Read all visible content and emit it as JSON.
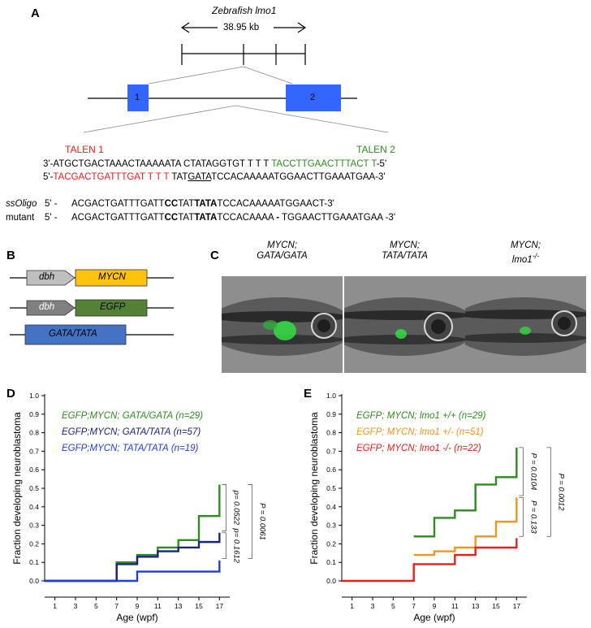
{
  "panelA": {
    "label": "A",
    "gene_title": "Zebrafish lmo1",
    "kb_label": "38.95 kb",
    "exon1": "1",
    "exon2": "2",
    "talen1": "TALEN 1",
    "talen2": "TALEN 2",
    "seq_top": {
      "prefix": "3'-ATGCTGACTAAACTAAAAATA CTATAGGTGT T T T ",
      "green": "TACCTTGAACTTTACT T",
      "suffix": "-5'"
    },
    "seq_bottom": {
      "prefix": "5'-",
      "red": "TACGACTGATTTGAT T T T",
      "mid": " TAT",
      "underline": "GATA",
      "suffix": "TCCACAAAAATGGAACTTGAAATGAA-3'"
    },
    "ssoligo": {
      "label": "ssOligo",
      "dir": "5'  -",
      "pre": "ACGACTGATTTGATT",
      "b1": "CC",
      "m1": "TAT",
      "b2": "TATA",
      "post": "TCCACAAAAATGGAACT-3'"
    },
    "mutant": {
      "label": "mutant",
      "dir": "5'  -",
      "pre": "ACGACTGATTTGATT",
      "b1": "CC",
      "m1": "TAT",
      "b2": "TATA",
      "post1": "TCCACAAAA ",
      "b3": "-",
      "post2": " TGGAACTTGAAATGAA -3'"
    }
  },
  "panelB": {
    "label": "B",
    "dbh1": "dbh",
    "mycn": "MYCN",
    "dbh2": "dbh",
    "egfp": "EGFP",
    "gata": "GATA/TATA",
    "colors": {
      "mycn": "#ffc20e",
      "egfp": "#548235",
      "gata": "#4472c4",
      "dbh": "#bfbfbf"
    }
  },
  "panelC": {
    "label": "C",
    "captions": [
      {
        "line1": "MYCN;",
        "line2": "GATA/GATA"
      },
      {
        "line1": "MYCN;",
        "line2": "TATA/TATA"
      },
      {
        "line1": "MYCN;",
        "line2": "lmo1",
        "sup": "-/-"
      }
    ]
  },
  "panelD": {
    "label": "D",
    "legend": [
      {
        "text": "EGFP;MYCN; GATA/GATA",
        "n": "(n=29)",
        "color": "#2e8b1f"
      },
      {
        "text": "EGFP;MYCN; GATA/TATA",
        "n": "(n=57)",
        "color": "#1a237e"
      },
      {
        "text": "EGFP;MYCN; TATA/TATA",
        "n": "(n=19)",
        "color": "#1f3fd6"
      }
    ],
    "pvals": [
      "p= 0.0522",
      "p= 0.1612",
      "P = 0.0061"
    ]
  },
  "panelE": {
    "label": "E",
    "legend": [
      {
        "text": "EGFP; MYCN; lmo1 +/+",
        "n": "(n=29)",
        "color": "#2e8b1f"
      },
      {
        "text": "EGFP; MYCN; lmo1 +/-",
        "n": "(n=51)",
        "color": "#f7941d"
      },
      {
        "text": "EGFP; MYCN; lmo1 -/-",
        "n": "(n=22)",
        "color": "#e8201a"
      }
    ],
    "pvals": [
      "P = 0.0104",
      "P = 0.133",
      "P = 0.0012"
    ]
  },
  "chart_data": [
    {
      "type": "line",
      "step": true,
      "xlabel": "Age (wpf)",
      "ylabel": "Fraction developing neuroblastoma",
      "xticks": [
        1,
        3,
        5,
        7,
        9,
        11,
        13,
        15,
        17
      ],
      "yticks": [
        "0.0",
        "0.1",
        "0.2",
        "0.3",
        "0.4",
        "0.5",
        "0.6",
        "0.7",
        "0.8",
        "0.9",
        "1.0"
      ],
      "xlim": [
        0,
        18
      ],
      "ylim": [
        0,
        1.0
      ],
      "series": [
        {
          "name": "EGFP;MYCN; GATA/GATA",
          "color": "#2e8b1f",
          "x": [
            0,
            7,
            9,
            11,
            13,
            15,
            17,
            17
          ],
          "y": [
            0,
            0.1,
            0.14,
            0.18,
            0.22,
            0.35,
            0.35,
            0.52
          ]
        },
        {
          "name": "EGFP;MYCN; GATA/TATA",
          "color": "#1a237e",
          "x": [
            0,
            7,
            9,
            11,
            13,
            15,
            17,
            17
          ],
          "y": [
            0,
            0.09,
            0.13,
            0.16,
            0.18,
            0.21,
            0.21,
            0.26
          ]
        },
        {
          "name": "EGFP;MYCN; TATA/TATA",
          "color": "#1f3fd6",
          "x": [
            0,
            9,
            17,
            17
          ],
          "y": [
            0,
            0.05,
            0.05,
            0.11
          ]
        }
      ]
    },
    {
      "type": "line",
      "step": true,
      "xlabel": "Age (wpf)",
      "ylabel": "Fraction developing neuroblastoma",
      "xticks": [
        1,
        3,
        5,
        7,
        9,
        11,
        13,
        15,
        17
      ],
      "yticks": [
        "0.0",
        "0.1",
        "0.2",
        "0.3",
        "0.4",
        "0.5",
        "0.6",
        "0.7",
        "0.8",
        "0.9",
        "1.0"
      ],
      "xlim": [
        0,
        18
      ],
      "ylim": [
        0,
        1.0
      ],
      "series": [
        {
          "name": "EGFP; MYCN; lmo1 +/+",
          "color": "#2e8b1f",
          "x": [
            7,
            9,
            11,
            13,
            15,
            17,
            17
          ],
          "y": [
            0.24,
            0.34,
            0.38,
            0.52,
            0.56,
            0.56,
            0.72
          ]
        },
        {
          "name": "EGFP; MYCN; lmo1 +/-",
          "color": "#f7941d",
          "x": [
            7,
            9,
            11,
            13,
            15,
            17,
            17
          ],
          "y": [
            0.14,
            0.16,
            0.18,
            0.24,
            0.32,
            0.32,
            0.45
          ]
        },
        {
          "name": "EGFP; MYCN; lmo1 -/-",
          "color": "#e8201a",
          "x": [
            0,
            7,
            11,
            13,
            17,
            17
          ],
          "y": [
            0,
            0.09,
            0.14,
            0.18,
            0.18,
            0.23
          ]
        }
      ]
    }
  ]
}
